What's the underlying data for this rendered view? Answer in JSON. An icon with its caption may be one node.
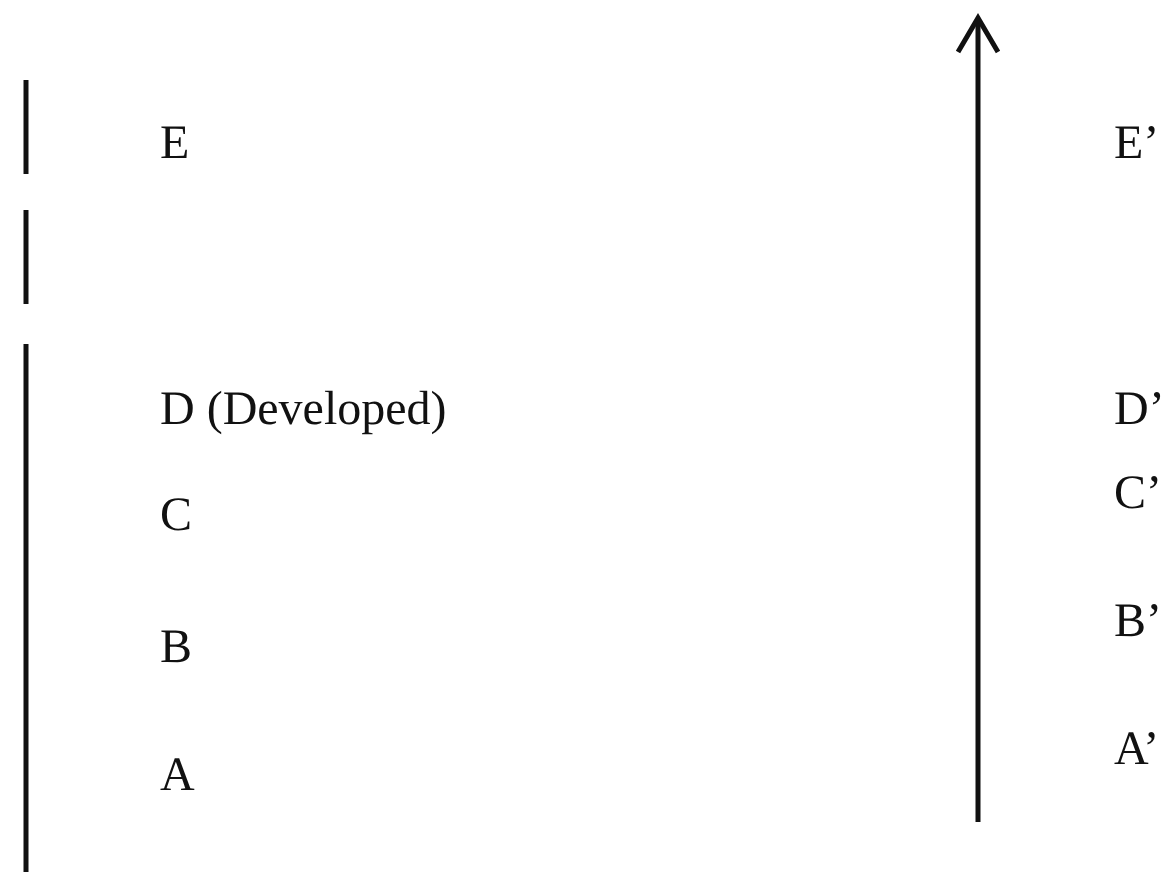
{
  "diagram": {
    "labels": [
      "E",
      "E’",
      "D (Developed)",
      "D’",
      "C",
      "C’",
      "B",
      "B’",
      "A",
      "A’"
    ]
  }
}
